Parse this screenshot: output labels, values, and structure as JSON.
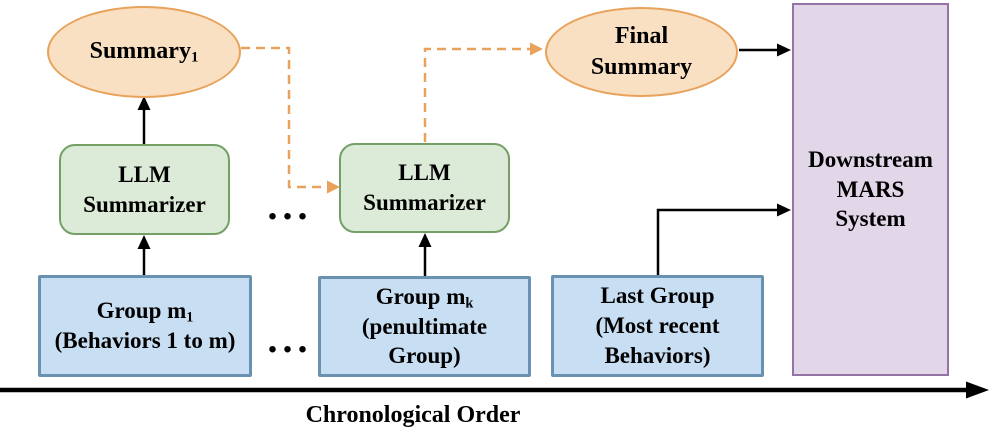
{
  "colors": {
    "background": "#FFFFFF",
    "text": "#000000",
    "ellipse_fill": "#F9E0C2",
    "ellipse_stroke": "#E8A25C",
    "summarizer_fill": "#DCEAD8",
    "summarizer_stroke": "#74A066",
    "group_fill": "#C8DEF2",
    "group_stroke": "#6991B1",
    "mars_fill": "#E2D6E9",
    "mars_stroke": "#9673A6",
    "dashed_arrow": "#E8A25C",
    "solid_arrow": "#000000"
  },
  "nodes": {
    "summary1": {
      "label": "Summary",
      "subscript": "1"
    },
    "final_summary": {
      "label": "Final\nSummary"
    },
    "llm_summarizer_1": {
      "label": "LLM\nSummarizer"
    },
    "llm_summarizer_2": {
      "label": "LLM\nSummarizer"
    },
    "group_m1": {
      "title": "Group m",
      "title_subscript": "1",
      "subtitle": "(Behaviors 1 to m)"
    },
    "group_mk": {
      "title": "Group m",
      "title_subscript": "k",
      "subtitle": "(penultimate\nGroup)"
    },
    "last_group": {
      "title": "Last Group",
      "subtitle": "(Most recent\nBehaviors)"
    },
    "downstream_mars": {
      "label": "Downstream\nMARS\nSystem"
    }
  },
  "ellipsis": {
    "summarizer_row": "...",
    "group_row": "..."
  },
  "axis": {
    "label": "Chronological Order"
  },
  "edges": [
    {
      "from": "group_m1",
      "to": "llm_summarizer_1",
      "style": "solid"
    },
    {
      "from": "llm_summarizer_1",
      "to": "summary1",
      "style": "solid"
    },
    {
      "from": "summary1",
      "to": "llm_summarizer_2",
      "style": "dashed"
    },
    {
      "from": "group_mk",
      "to": "llm_summarizer_2",
      "style": "solid"
    },
    {
      "from": "llm_summarizer_2",
      "to": "final_summary",
      "style": "dashed"
    },
    {
      "from": "final_summary",
      "to": "downstream_mars",
      "style": "solid"
    },
    {
      "from": "last_group",
      "to": "downstream_mars",
      "style": "solid"
    }
  ]
}
